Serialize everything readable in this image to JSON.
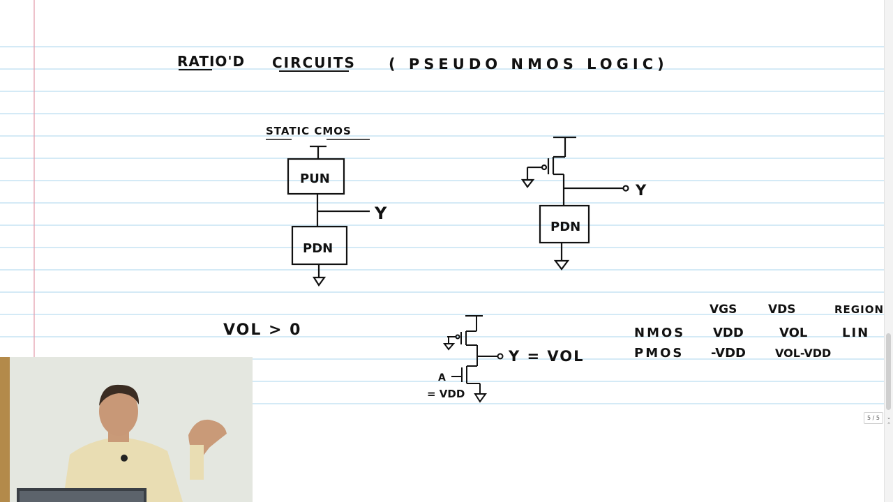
{
  "board": {
    "title_left": "RATIO'D",
    "title_mid": "CIRCUITS",
    "title_right": "( PSEUDO NMOS LOGIC)",
    "static_cmos_label": "STATIC CMOS",
    "pun_label": "PUN",
    "pdn_label_left": "PDN",
    "output_left": "Y",
    "pdn_label_right": "PDN",
    "output_right": "Y",
    "vol_condition": "VOL > 0",
    "input_a": "A",
    "input_a_value": "= VDD",
    "output_eq": "Y = VOL",
    "table": {
      "headers": [
        "VGS",
        "VDS",
        "REGION"
      ],
      "rows": [
        {
          "device": "NMOS",
          "vgs": "VDD",
          "vds": "VOL",
          "region": "LIN"
        },
        {
          "device": "PMOS",
          "vgs": "-VDD",
          "vds": "VOL-VDD",
          "region": ""
        }
      ]
    }
  },
  "viewer": {
    "page_indicator": "5 / 5",
    "scroll_down": "⌄",
    "scroll_up": "⌃"
  },
  "colors": {
    "rule_line": "#a9d6ee",
    "margin_line": "#e39aa8",
    "ink": "#111111"
  }
}
